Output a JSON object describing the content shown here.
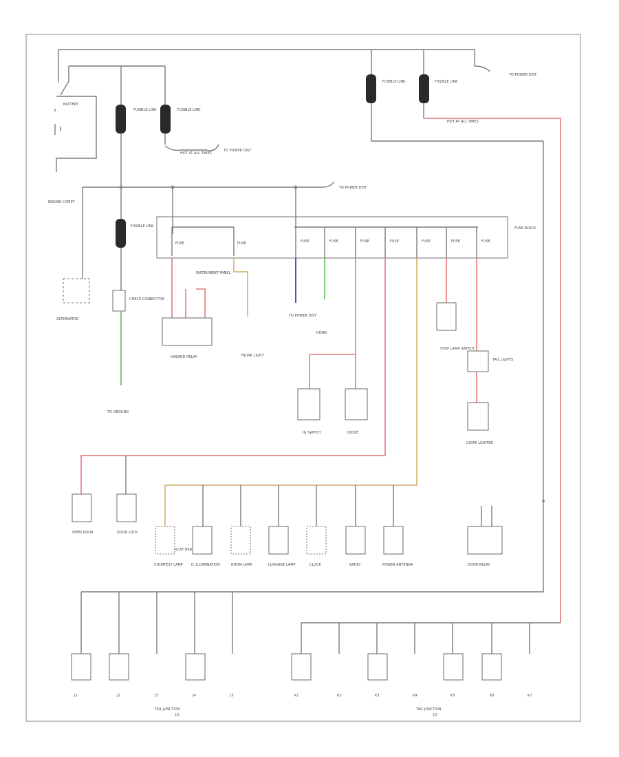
{
  "labels": {
    "battery": "BATTERY",
    "fusible_link_1": "FUSIBLE LINK",
    "fusible_link_2": "FUSIBLE LINK",
    "fusible_link_3": "FUSIBLE LINK",
    "fusible_link_4": "FUSIBLE LINK",
    "fusible_link_5": "FUSIBLE LINK",
    "hot_at_all_times_1": "HOT AT ALL TIMES",
    "hot_at_all_times_2": "HOT AT ALL TIMES",
    "to_power_dist_1": "TO POWER DIST",
    "to_power_dist_2": "TO POWER DIST",
    "to_power_dist_3": "TO POWER DIST",
    "engine_compartment": "ENGINE COMPT",
    "alternator": "ALTERNATOR",
    "check_connector": "CHECK CONNECTOR",
    "fuse_block": "FUSE BLOCK",
    "fuse_a": "FUSE",
    "fuse_b": "FUSE",
    "fuse_1": "FUSE",
    "fuse_2": "FUSE",
    "fuse_3": "FUSE",
    "fuse_4": "FUSE",
    "fuse_5": "FUSE",
    "fuse_6": "FUSE",
    "fuse_7": "FUSE",
    "instrument_panel": "INSTRUMENT PANEL",
    "hazard_relay": "HAZARD RELAY",
    "trunk_light": "TRUNK LIGHT",
    "to_power_dist_4": "TO POWER DIST",
    "horn": "HORN",
    "ig_switch": "IG SWITCH",
    "diode": "DIODE",
    "stop_lamp_switch": "STOP LAMP SWITCH",
    "tail_lights": "TAIL LIGHTS",
    "to_ground": "TO GROUND",
    "cigarette_lighter": "CIGAR LIGHTER",
    "open_door": "OPEN DOOR",
    "door_lock": "DOOR LOCK",
    "radio_circuit_bkr": "RADIO CIRCUIT BKR",
    "courtesy_lamp": "COURTESY LAMP",
    "ic_illumination": "IC ILLUMINATION",
    "room_lamp": "ROOM LAMP",
    "luggage_lamp": "LUGGAGE LAMP",
    "clock": "CLOCK",
    "radio": "RADIO",
    "power_antenna": "POWER ANTENNA",
    "door_relay": "DOOR RELAY",
    "junction_left": "TAIL JUNCTION",
    "junction_right": "TAIL JUNCTION",
    "jc_left_suffix": "J/C",
    "jc_right_suffix": "J/C",
    "j1": "J1",
    "j2": "J2",
    "j3": "J3",
    "j4": "J4",
    "j5": "J5",
    "k1": "K1",
    "k2": "K2",
    "k3": "K3",
    "k4": "K4",
    "k5": "K5",
    "k6": "K6",
    "k7": "K7"
  },
  "colors": {
    "wire_gray": "#7a7a7a",
    "wire_red": "#e8868a",
    "wire_tan": "#d8b87a",
    "wire_blue": "#3a3ad0",
    "wire_green": "#6ac46a",
    "fusible_link": "#2a2a2a"
  }
}
